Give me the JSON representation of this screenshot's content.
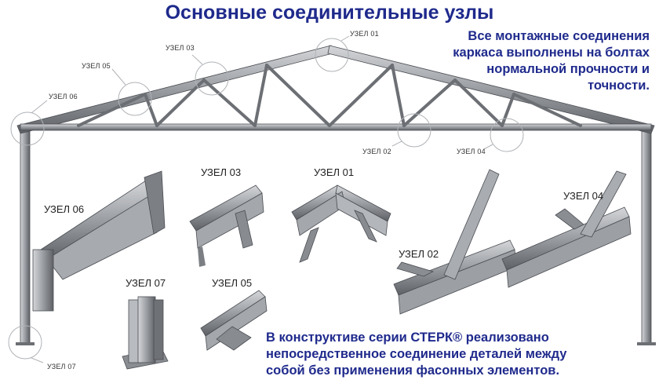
{
  "title": "Основные соединительные узлы",
  "top_note": [
    "Все монтажные соединения",
    "каркаса выполнены на болтах",
    "нормальной прочности и",
    "точности."
  ],
  "bottom_note": [
    "В конструктиве серии СТЕРК® реализовано",
    "непосредственное соединение деталей между",
    "собой без применения фасонных элементов."
  ],
  "callouts": [
    "УЗЕЛ 01",
    "УЗЕЛ 02",
    "УЗЕЛ 03",
    "УЗЕЛ 04",
    "УЗЕЛ 05",
    "УЗЕЛ 06",
    "УЗЕЛ 07"
  ],
  "details": [
    "УЗЕЛ 06",
    "УЗЕЛ 03",
    "УЗЕЛ 01",
    "УЗЕЛ 02",
    "УЗЕЛ 04",
    "УЗЕЛ 07",
    "УЗЕЛ 05"
  ],
  "colors": {
    "title": "#1f2a8c",
    "steel": "#8c8f94",
    "steel_dark": "#55585d",
    "steel_light": "#c9cbce"
  }
}
